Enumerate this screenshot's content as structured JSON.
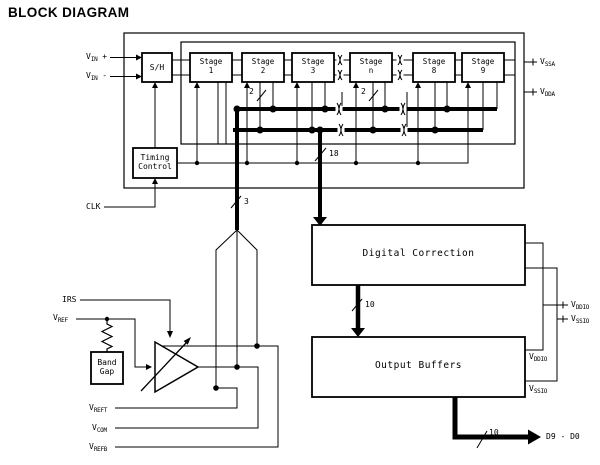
{
  "title": "BLOCK DIAGRAM",
  "blocks": {
    "sh": "S/H",
    "timing": {
      "line1": "Timing",
      "line2": "Control"
    },
    "bandgap": {
      "line1": "Band",
      "line2": "Gap"
    },
    "digital_correction": "Digital Correction",
    "output_buffers": "Output Buffers"
  },
  "stages": [
    {
      "line1": "Stage",
      "line2": "1"
    },
    {
      "line1": "Stage",
      "line2": "2"
    },
    {
      "line1": "Stage",
      "line2": "3"
    },
    {
      "line1": "Stage",
      "line2": "n"
    },
    {
      "line1": "Stage",
      "line2": "8"
    },
    {
      "line1": "Stage",
      "line2": "9"
    }
  ],
  "pins": {
    "vin_p": {
      "main": "V",
      "sub": "IN",
      "suffix": " +"
    },
    "vin_m": {
      "main": "V",
      "sub": "IN",
      "suffix": " -"
    },
    "vssa": {
      "main": "V",
      "sub": "SSA"
    },
    "vdda": {
      "main": "V",
      "sub": "DDA"
    },
    "clk": {
      "text": "CLK"
    },
    "irs": {
      "text": "IRS"
    },
    "vref": {
      "main": "V",
      "sub": "REF"
    },
    "vreft": {
      "main": "V",
      "sub": "REFT"
    },
    "vcom": {
      "main": "V",
      "sub": "COM"
    },
    "vrefb": {
      "main": "V",
      "sub": "REFB"
    },
    "vddio_pin": {
      "main": "V",
      "sub": "DDIO"
    },
    "vssio_pin": {
      "main": "V",
      "sub": "SSIO"
    },
    "vddio_ob": {
      "main": "V",
      "sub": "DDIO"
    },
    "vssio_ob": {
      "main": "V",
      "sub": "SSIO"
    },
    "dout": {
      "text": "D9 - D0"
    }
  },
  "bus_labels": {
    "stage2_bits": "2",
    "stagen_bits": "2",
    "ref_bus": "3",
    "correction_bus": "18",
    "dc_to_ob_bus": "10",
    "output_bus": "10"
  },
  "colors": {
    "ink": "#000000",
    "background": "#ffffff"
  }
}
